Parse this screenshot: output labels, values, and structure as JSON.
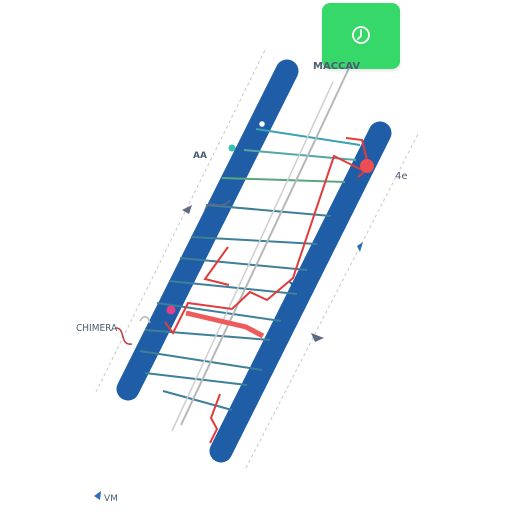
{
  "labels": {
    "top_right": "MACCAV",
    "left_upper": "AA",
    "left_middle": "CHIMERA",
    "right_upper": "4e",
    "bottom_left": "VM"
  },
  "colors": {
    "rail": "#1f5ea6",
    "rung": "#3f7f97",
    "accent_green": "#37d86a",
    "red_path": "#e23b3b",
    "gray_guide": "#b7b7b7",
    "magenta_marker": "#e5408b"
  },
  "icons": {
    "hud": "circle-cursor-icon",
    "arrow_left": "left-arrow-icon",
    "arrow_right": "right-arrow-icon",
    "arrow_small": "triangle-icon"
  }
}
